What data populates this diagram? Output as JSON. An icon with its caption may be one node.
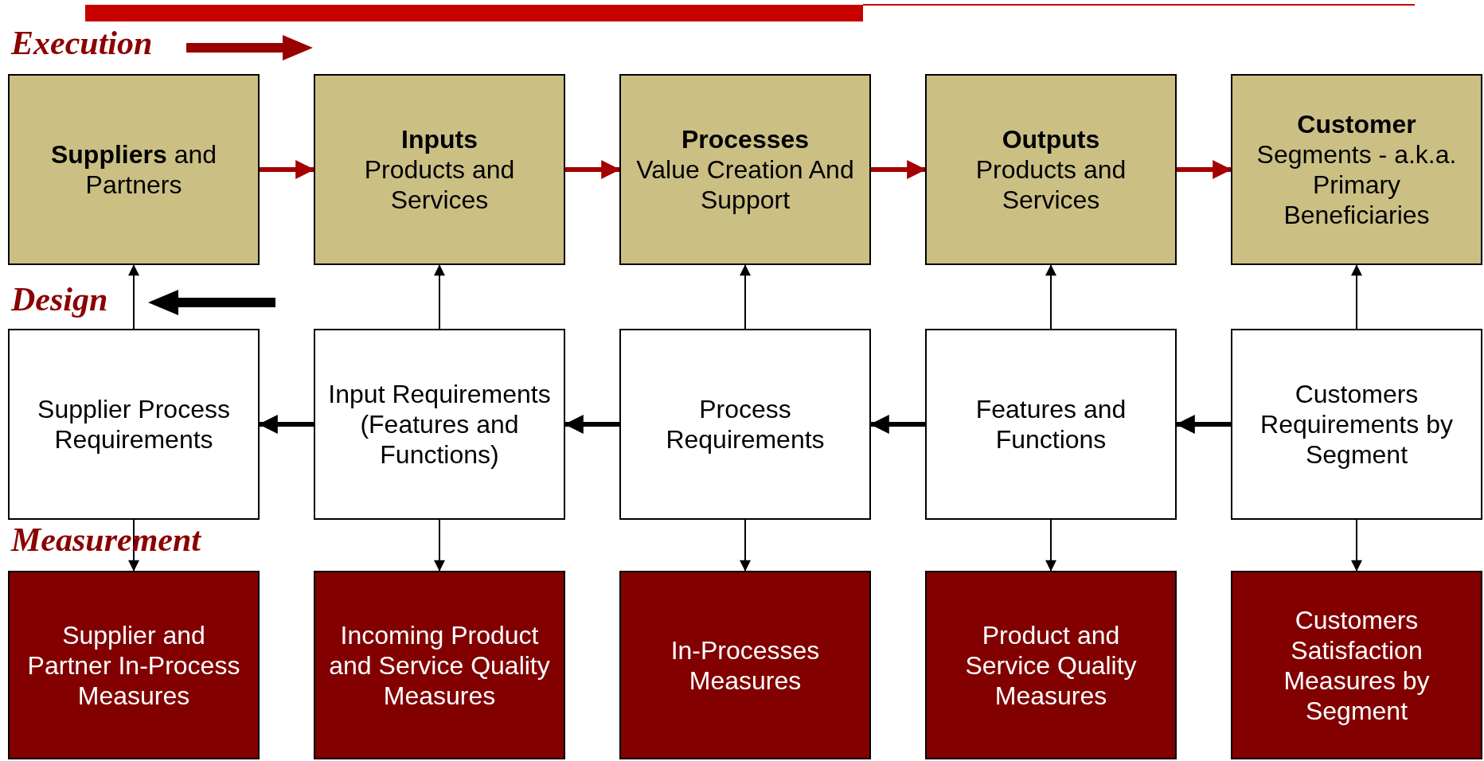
{
  "diagram": {
    "nodes": [
      {
        "text": [
          "**Suppliers** and Partners"
        ]
      },
      {
        "text": [
          "Inputs",
          "Products and Services"
        ]
      },
      {
        "text": [
          "Processes",
          "Value Creation And Support"
        ]
      },
      {
        "text": [
          "Outputs",
          "Products and Services"
        ]
      },
      {
        "text": [
          "Customer",
          "Segments - a.k.a. Primary Beneficiaries"
        ]
      },
      {
        "text": [
          "Supplier Process Requirements"
        ]
      },
      {
        "text": [
          "Input Requirements (Features and Functions)"
        ]
      },
      {
        "text": [
          "Process Requirements"
        ]
      },
      {
        "text": [
          "Features and Functions"
        ]
      },
      {
        "text": [
          "Customers Requirements by Segment"
        ]
      },
      {
        "text": [
          "Supplier and Partner In-Process Measures"
        ]
      },
      {
        "text": [
          "Incoming Product and Service Quality Measures"
        ]
      },
      {
        "text": [
          "In-Processes Measures"
        ]
      },
      {
        "text": [
          "Product and Service Quality Measures"
        ]
      },
      {
        "text": [
          "Customers Satisfaction Measures by Segment"
        ]
      }
    ],
    "edges": [
      {
        "from": 0,
        "to": 1,
        "arrow": "to",
        "style": "thick",
        "color": "#a50000"
      },
      {
        "from": 1,
        "to": 2,
        "arrow": "to",
        "style": "thick",
        "color": "#a50000"
      },
      {
        "from": 2,
        "to": 3,
        "arrow": "to",
        "style": "thick",
        "color": "#a50000"
      },
      {
        "from": 3,
        "to": 4,
        "arrow": "to",
        "style": "thick",
        "color": "#a50000"
      },
      {
        "from": 5,
        "to": 0,
        "arrow": "to"
      },
      {
        "from": 6,
        "to": 1,
        "arrow": "to"
      },
      {
        "from": 7,
        "to": 2,
        "arrow": "to"
      },
      {
        "from": 8,
        "to": 3,
        "arrow": "to"
      },
      {
        "from": 9,
        "to": 4,
        "arrow": "to"
      },
      {
        "from": 9,
        "to": 8,
        "arrow": "to",
        "style": "thick"
      },
      {
        "from": 8,
        "to": 7,
        "arrow": "to",
        "style": "thick"
      },
      {
        "from": 7,
        "to": 6,
        "arrow": "to",
        "style": "thick"
      },
      {
        "from": 6,
        "to": 5,
        "arrow": "to",
        "style": "thick"
      },
      {
        "from": 5,
        "to": 10,
        "arrow": "to"
      },
      {
        "from": 6,
        "to": 11,
        "arrow": "to"
      },
      {
        "from": 7,
        "to": 12,
        "arrow": "to"
      },
      {
        "from": 8,
        "to": 13,
        "arrow": "to"
      },
      {
        "from": 9,
        "to": 14,
        "arrow": "to"
      }
    ],
    "labels": [
      "Execution",
      "Design",
      "Measurement"
    ]
  }
}
